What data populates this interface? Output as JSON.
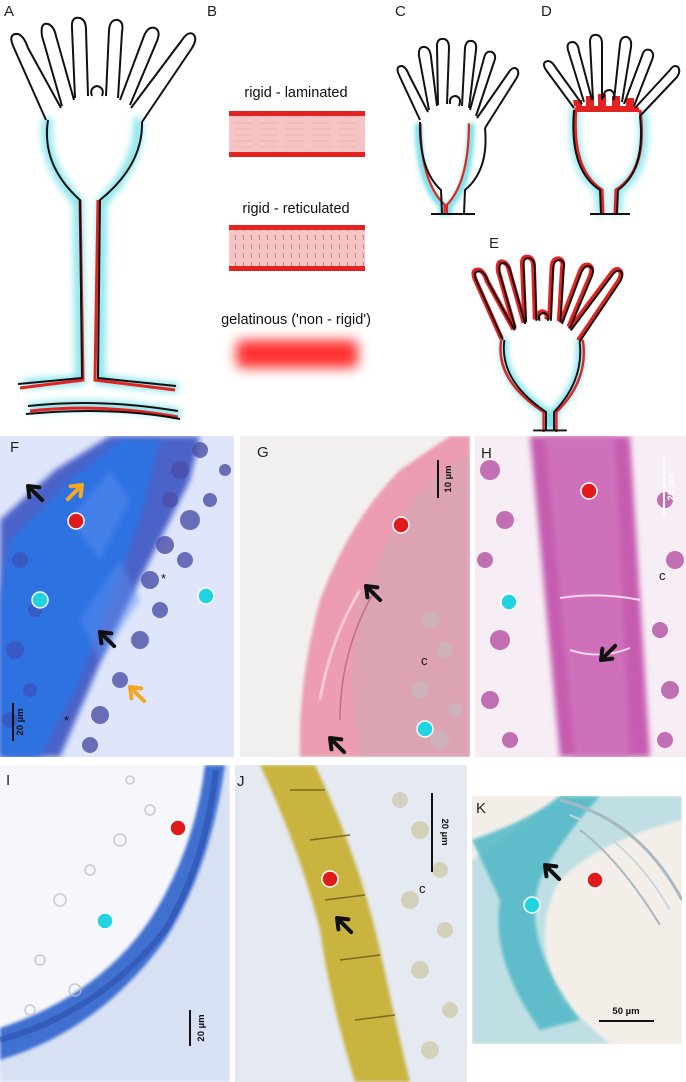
{
  "panels": {
    "A": {
      "label": "A"
    },
    "B": {
      "label": "B",
      "types": [
        "rigid - laminated",
        "rigid - reticulated",
        "gelatinous ('non - rigid')"
      ]
    },
    "C": {
      "label": "C"
    },
    "D": {
      "label": "D"
    },
    "E": {
      "label": "E"
    },
    "F": {
      "label": "F",
      "scale": "20 µm",
      "asterisk": "*"
    },
    "G": {
      "label": "G",
      "scale": "10 µm",
      "c_label": "c"
    },
    "H": {
      "label": "H",
      "scale": "20 µm",
      "c_label": "c"
    },
    "I": {
      "label": "I",
      "scale": "20 µm"
    },
    "J": {
      "label": "J",
      "scale": "20 µm",
      "c_label": "c"
    },
    "K": {
      "label": "K",
      "scale": "50 µm"
    }
  },
  "colors": {
    "rigid_layer": "#e32222",
    "soft_tissue_glow": "#7fe3ea",
    "red_marker": "#e11b1b",
    "cyan_marker": "#22d3e2",
    "black_arrow": "#111111",
    "orange_arrow": "#f5a623",
    "stain_F": "#3a6fd8",
    "stain_G": "#e07c95",
    "stain_H": "#b845a0",
    "stain_I": "#3f6fd0",
    "stain_J": "#c9b441",
    "stain_K": "#4fb7c6"
  }
}
